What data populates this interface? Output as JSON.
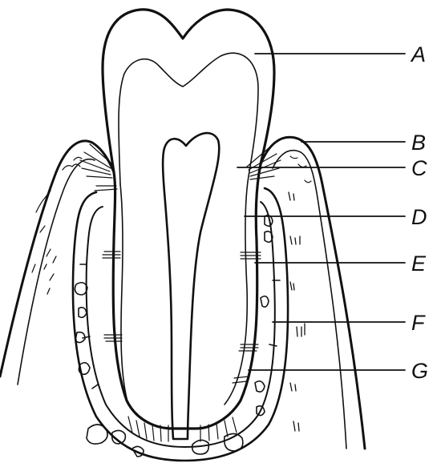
{
  "labels": [
    "A",
    "B",
    "C",
    "D",
    "E",
    "F",
    "G"
  ]
}
